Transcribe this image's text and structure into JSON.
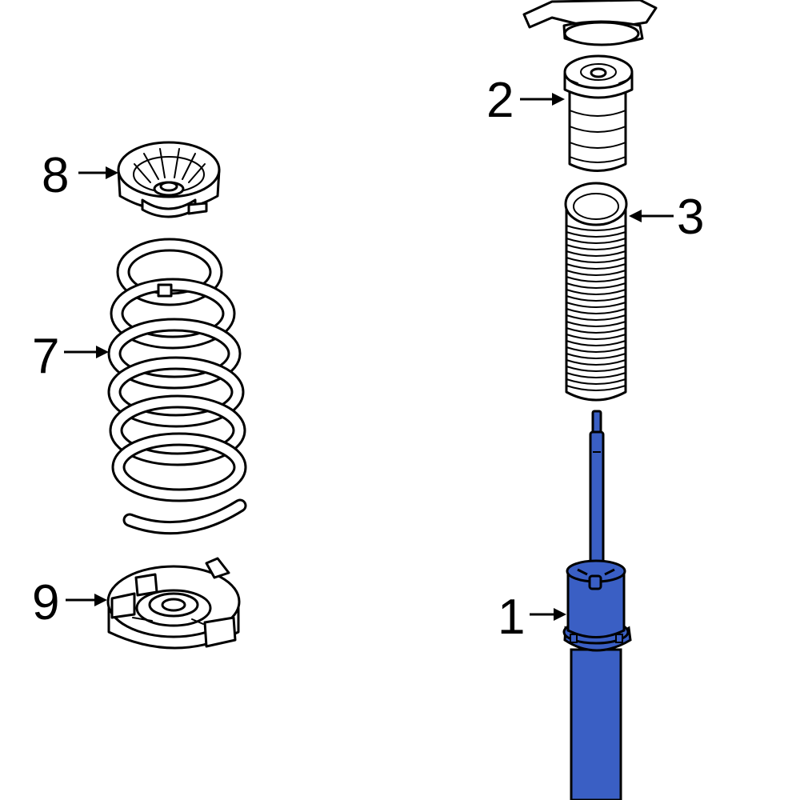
{
  "colors": {
    "background": "#ffffff",
    "outline": "#000000",
    "highlight_part": "#3a5fc4",
    "highlight_part_dark": "#23357a"
  },
  "callouts": [
    {
      "id": "1",
      "label": "1",
      "part": "shock-absorber",
      "highlighted": true
    },
    {
      "id": "2",
      "label": "2",
      "part": "bump-stop",
      "highlighted": false
    },
    {
      "id": "3",
      "label": "3",
      "part": "dust-boot",
      "highlighted": false
    },
    {
      "id": "7",
      "label": "7",
      "part": "coil-spring",
      "highlighted": false
    },
    {
      "id": "8",
      "label": "8",
      "part": "upper-spring-seat",
      "highlighted": false
    },
    {
      "id": "9",
      "label": "9",
      "part": "lower-spring-seat",
      "highlighted": false
    }
  ]
}
